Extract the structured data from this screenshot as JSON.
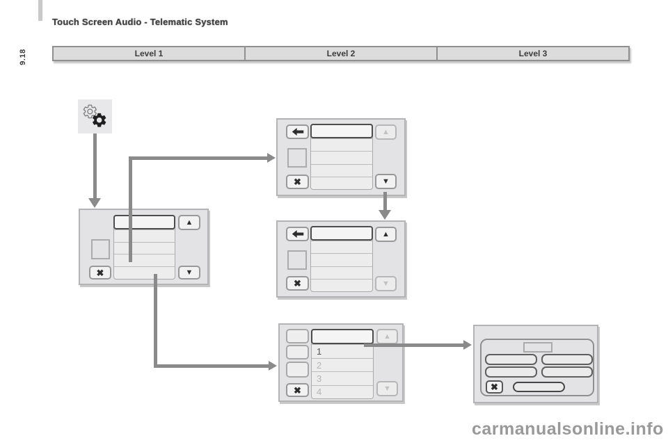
{
  "page": {
    "title": "Touch Screen Audio - Telematic System",
    "page_number": "9.18",
    "watermark": "carmanualsonline.info"
  },
  "header": {
    "levels": [
      "Level 1",
      "Level 2",
      "Level 3"
    ]
  },
  "icons": {
    "close": "✖",
    "up": "▲",
    "down": "▼",
    "back": "left-arrow",
    "entry": "settings-gears"
  },
  "diagram": {
    "screens": [
      {
        "id": "level1-menu",
        "level": "Level 1",
        "list_rows": [
          "",
          "",
          "",
          "",
          ""
        ]
      },
      {
        "id": "level2-list-a",
        "level": "Level 2",
        "list_rows": [
          "",
          "",
          "",
          "",
          ""
        ]
      },
      {
        "id": "level2-list-b",
        "level": "Level 2",
        "list_rows": [
          "",
          "",
          "",
          "",
          ""
        ]
      },
      {
        "id": "level2-numbered",
        "level": "Level 2",
        "list_rows": [
          "",
          "1",
          "2",
          "3",
          "4"
        ]
      },
      {
        "id": "level3-detail",
        "level": "Level 3"
      }
    ]
  },
  "colors": {
    "connector": "#8a8a8a",
    "screen_bg": "#e3e3e5",
    "screen_border": "#b3b3b5",
    "header_bg": "#dcdcdc",
    "active_glyph": "#2d2d2d",
    "inactive_glyph": "#c2c2c2"
  }
}
